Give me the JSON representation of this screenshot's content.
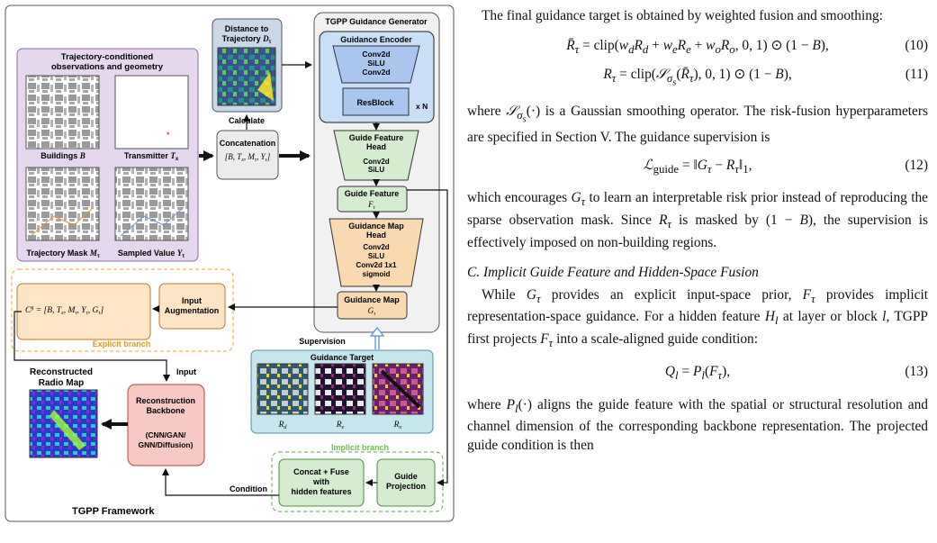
{
  "figure": {
    "framework_title": "TGPP Framework",
    "panel_title": "Trajectory-conditioned observations and geometry",
    "obs_labels": [
      "Buildings B",
      "Transmitter Tx",
      "Trajectory Mask Mτ",
      "Sampled Value Yτ"
    ],
    "distance_title": "Distance to Trajectory Dτ",
    "calculate_label": "Calculate",
    "concat_title": "Concatenation",
    "concat_formula": "[B, Tx, Mτ, Yτ]",
    "generator_title": "TGPP Guidance Generator",
    "encoder_title": "Guidance Encoder",
    "encoder_layers": [
      "Conv2d",
      "SiLU",
      "Conv2d"
    ],
    "resblock_label": "ResBlock",
    "resblock_repeat": "x N",
    "feature_head_title": "Guide Feature Head",
    "feature_head_layers": [
      "Conv2d",
      "SiLU"
    ],
    "guide_feature_title": "Guide Feature",
    "guide_feature_symbol": "Fτ",
    "map_head_title": "Guidance Map Head",
    "map_head_layers": [
      "Conv2d",
      "SiLU",
      "Conv2d 1x1",
      "sigmoid"
    ],
    "guidance_map_title": "Guidance Map",
    "guidance_map_symbol": "Gτ",
    "cg_formula": "Cg = [B, Tx, Mτ, Yτ, Gτ]",
    "input_aug_label": "Input Augmentation",
    "explicit_branch": "Explicit branch",
    "implicit_branch": "Implicit branch",
    "supervision_label": "Supervision",
    "target_title": "Guidance Target",
    "target_labels": [
      "Rd",
      "Re",
      "Ro"
    ],
    "input_label": "Input",
    "recon_map_title": "Reconstructed Radio Map",
    "backbone_title": "Reconstruction Backbone",
    "backbone_sub": "(CNN/GAN/ GNN/Diffusion)",
    "condition_label": "Condition",
    "fuse_label": "Concat + Fuse with hidden features",
    "projection_label": "Guide Projection"
  },
  "text": {
    "p1": "The final guidance target is obtained by weighted fusion and smoothing:",
    "eq10": "R̄τ = clip(wdRd + weRe + woRo, 0, 1) ⊙ (1 − B),",
    "eq10_num": "(10)",
    "eq11": "Rτ = clip(Sσs(R̄τ), 0, 1) ⊙ (1 − B),",
    "eq11_num": "(11)",
    "p2": "where Sσs(·) is a Gaussian smoothing operator. The risk-fusion hyperparameters are specified in Section V. The guidance supervision is",
    "eq12": "Lguide = ‖Gτ − Rτ‖1,",
    "eq12_num": "(12)",
    "p3": "which encourages Gτ to learn an interpretable risk prior instead of reproducing the sparse observation mask. Since Rτ is masked by (1 − B), the supervision is effectively imposed on non-building regions.",
    "section_heading": "C. Implicit Guide Feature and Hidden-Space Fusion",
    "p4": "While Gτ provides an explicit input-space prior, Fτ provides implicit representation-space guidance. For a hidden feature Hl at layer or block l, TGPP first projects Fτ into a scale-aligned guide condition:",
    "eq13": "Ql = Pl(Fτ),",
    "eq13_num": "(13)",
    "p5": "where Pl(·) aligns the guide feature with the spatial or structural resolution and channel dimension of the corresponding backbone representation. The projected guide condition is then"
  }
}
